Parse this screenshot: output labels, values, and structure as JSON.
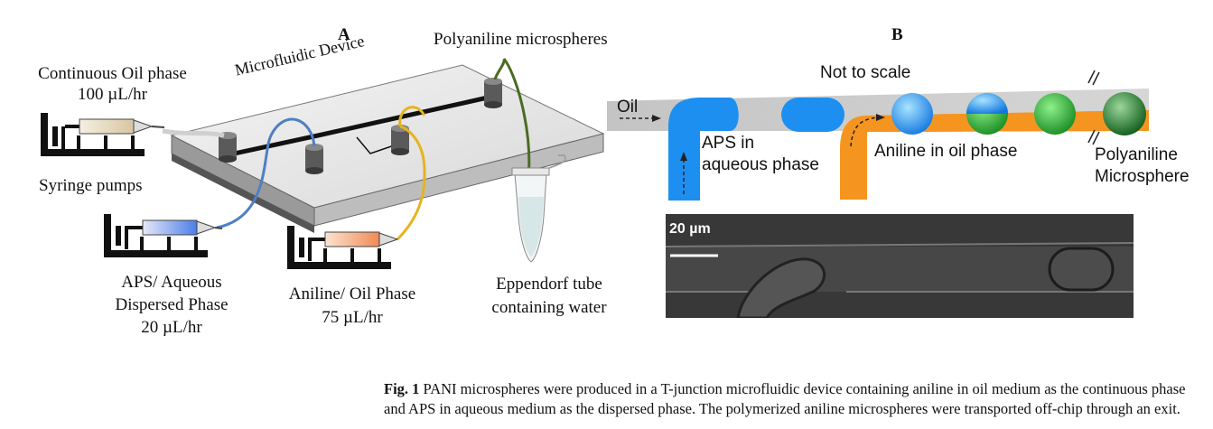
{
  "panel_a": {
    "label": "A",
    "device_label": "Microfluidic Device",
    "product_label": "Polyaniline  microspheres",
    "oil_label_line1": "Continuous Oil phase",
    "oil_label_line2": "100 µL/hr",
    "pumps_label": "Syringe pumps",
    "aps_label_line1": "APS/ Aqueous",
    "aps_label_line2": "Dispersed Phase",
    "aps_label_line3": "20 µL/hr",
    "aniline_label_line1": "Aniline/  Oil Phase",
    "aniline_label_line2": "75 µL/hr",
    "tube_label_line1": "Eppendorf tube",
    "tube_label_line2": "containing water"
  },
  "panel_b": {
    "label": "B",
    "scale_note": "Not to scale",
    "oil_label": "Oil",
    "aps_label_line1": "APS in",
    "aps_label_line2": "aqueous phase",
    "aniline_label": "Aniline in oil phase",
    "product_line1": "Polyaniline",
    "product_line2": "Microsphere",
    "scale_bar": "20 µm",
    "colors": {
      "aqueous": "#1d8ff0",
      "oil": "#f5951f",
      "polyaniline": "#1a8a2a",
      "channel": "#c9c9c9"
    }
  },
  "caption": {
    "fig_label": "Fig. 1",
    "text": " PANI microspheres were produced in a T-junction microfluidic device containing aniline in oil medium as the continuous phase and APS in aqueous medium as the dispersed phase. The polymerized aniline microspheres were transported off-chip through an exit."
  }
}
